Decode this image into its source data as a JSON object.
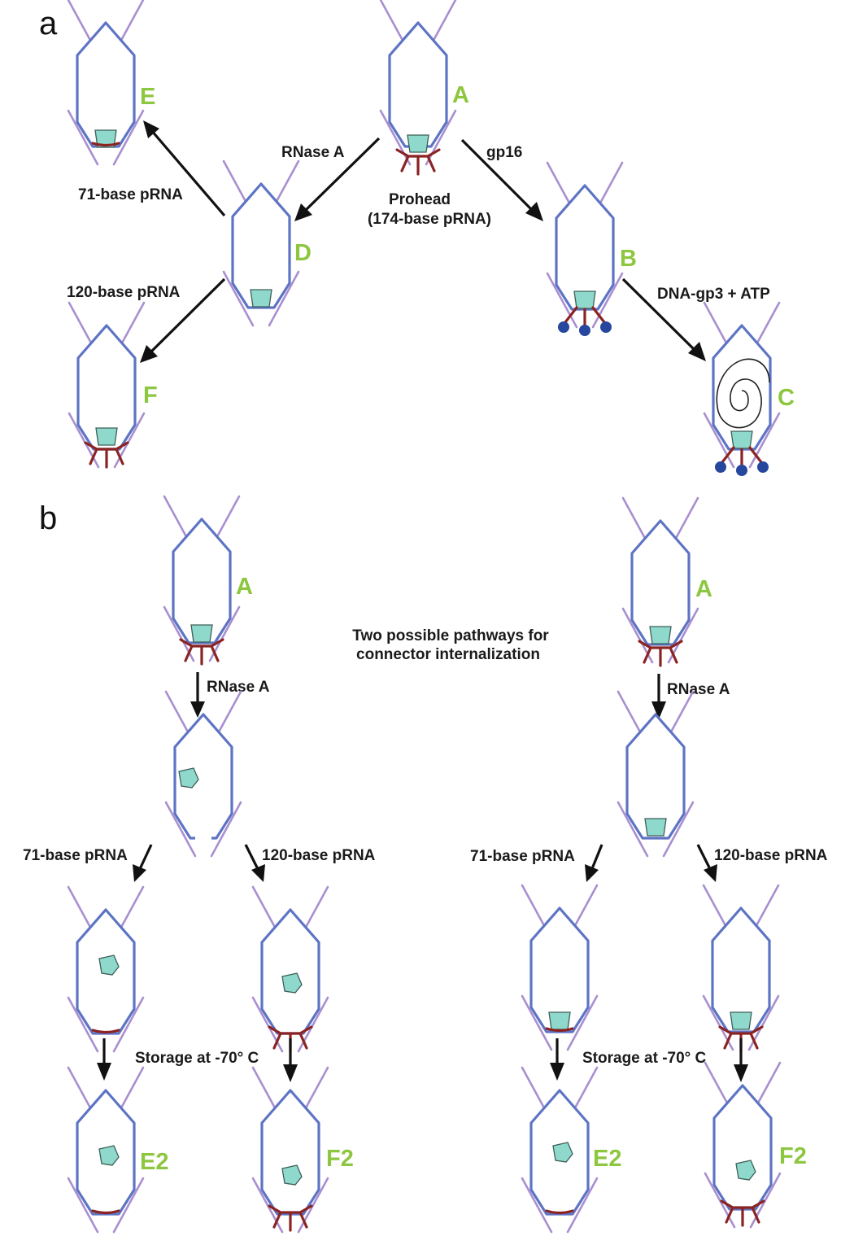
{
  "panels": {
    "a": "a",
    "b": "b"
  },
  "panel_a": {
    "nodes": {
      "A": "A",
      "B": "B",
      "C": "C",
      "D": "D",
      "E": "E",
      "F": "F"
    },
    "labels": {
      "rnase": "RNase A",
      "gp16": "gp16",
      "prohead_line1": "Prohead",
      "prohead_line2": "(174-base pRNA)",
      "pr71": "71-base pRNA",
      "pr120": "120-base pRNA",
      "dna": "DNA-gp3 + ATP"
    }
  },
  "panel_b": {
    "title_line1": "Two possible pathways for",
    "title_line2": "connector internalization",
    "left": {
      "node_A": "A",
      "rnase": "RNase A",
      "pr71": "71-base pRNA",
      "pr120": "120-base pRNA",
      "storage": "Storage at -70° C",
      "node_E2": "E2",
      "node_F2": "F2"
    },
    "right": {
      "node_A": "A",
      "rnase": "RNase A",
      "pr71": "71-base pRNA",
      "pr120": "120-base pRNA",
      "storage": "Storage at -70° C",
      "node_E2": "E2",
      "node_F2": "F2"
    }
  },
  "colors": {
    "shell": "#5d74c4",
    "fiber": "#a98fd0",
    "connector": "#8fd9cc",
    "prna": "#8b2323",
    "gp16": "#26479d",
    "node_label": "#8dc63f"
  }
}
